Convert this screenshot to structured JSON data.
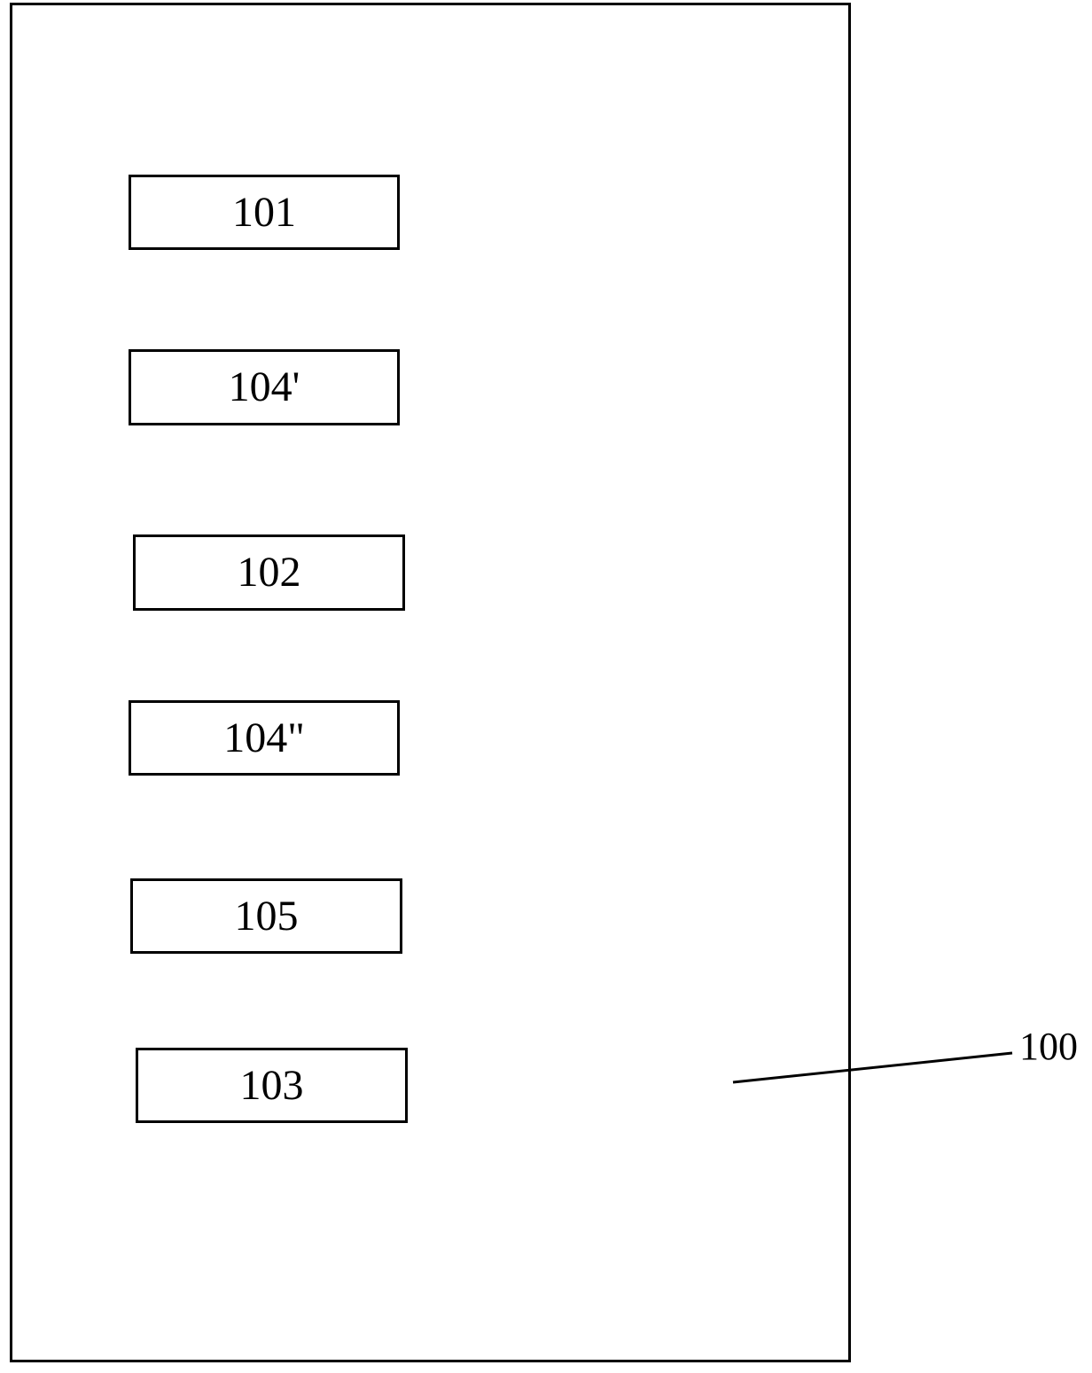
{
  "diagram": {
    "outer_label": "100",
    "modules": [
      {
        "label": "101"
      },
      {
        "label": "104'"
      },
      {
        "label": "102"
      },
      {
        "label": "104\""
      },
      {
        "label": "105"
      },
      {
        "label": "103"
      }
    ]
  }
}
